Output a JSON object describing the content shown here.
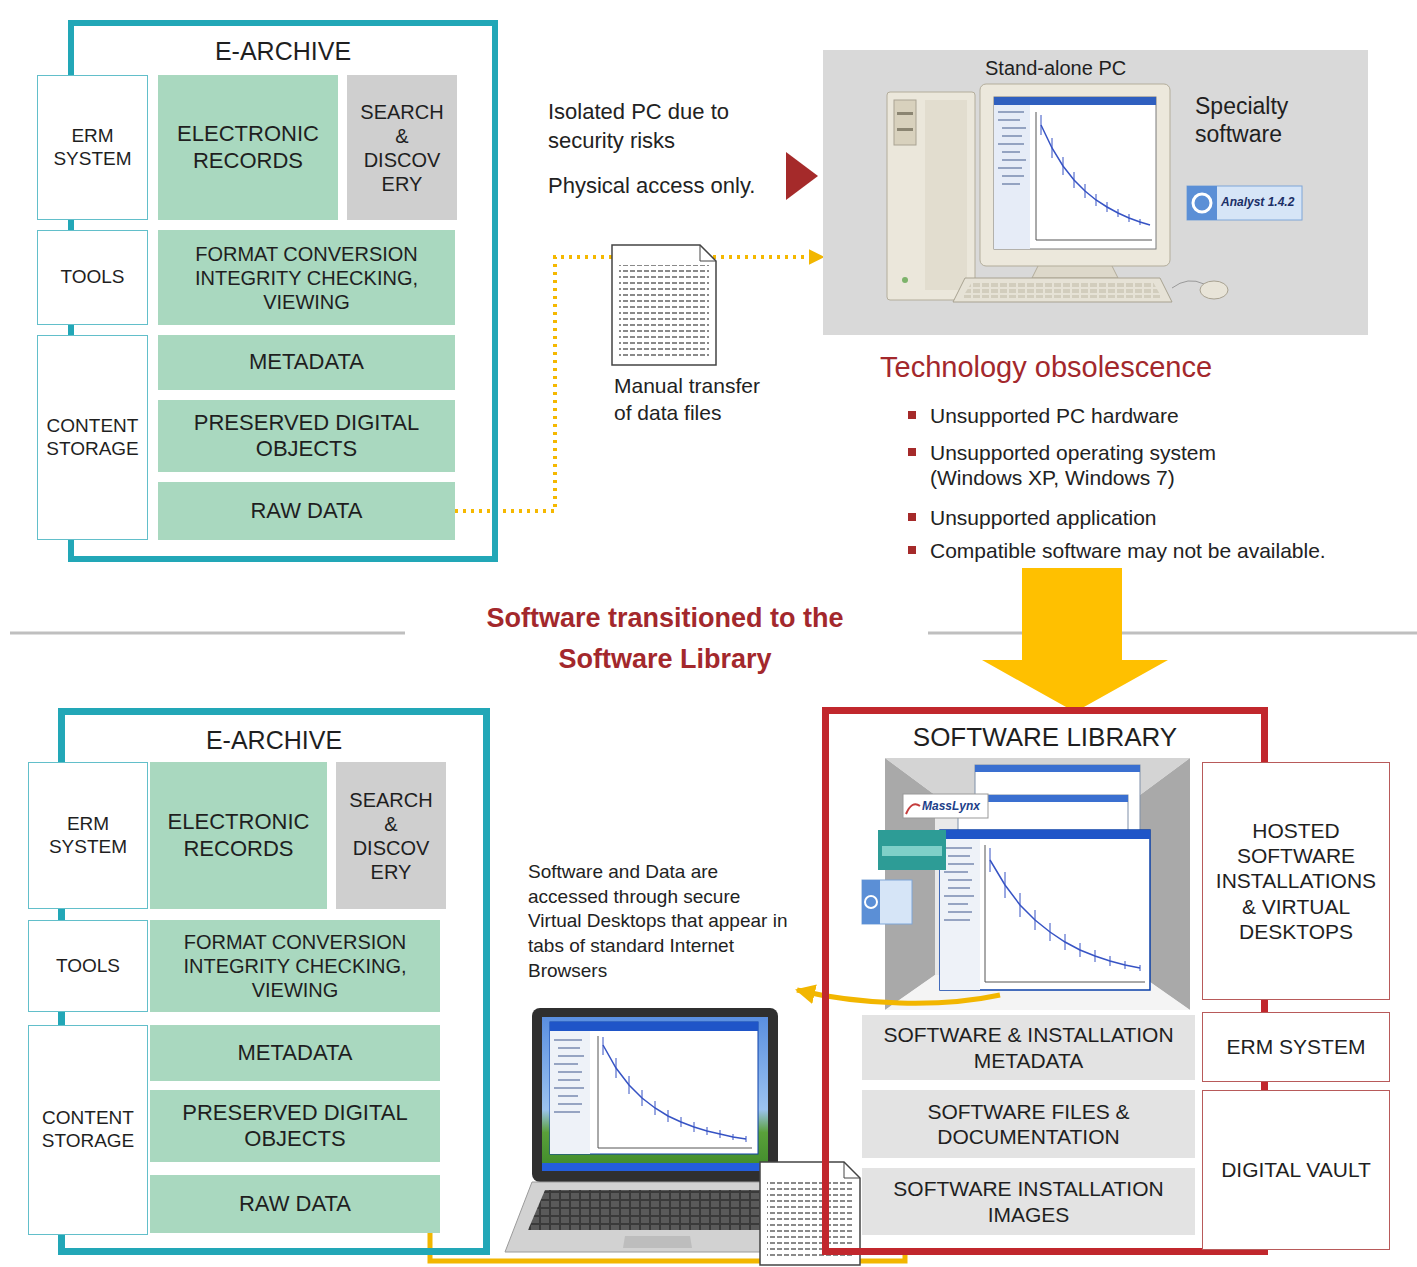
{
  "diagram": {
    "nodes": [
      {
        "text": [
          "E-ARCHIVE"
        ]
      },
      {
        "text": [
          "ERM SYSTEM"
        ],
        "in": 0
      },
      {
        "text": [
          "ELECTRONIC RECORDS"
        ],
        "in": 0
      },
      {
        "text": [
          "SEARCH & DISCOV ERY"
        ],
        "in": 0
      },
      {
        "text": [
          "TOOLS"
        ],
        "in": 0
      },
      {
        "text": [
          "FORMAT CONVERSION INTEGRITY CHECKING, VIEWING"
        ],
        "in": 0
      },
      {
        "text": [
          "CONTENT STORAGE"
        ],
        "in": 0
      },
      {
        "text": [
          "METADATA"
        ],
        "in": 0
      },
      {
        "text": [
          "PRESERVED DIGITAL OBJECTS"
        ],
        "in": 0
      },
      {
        "text": [
          "RAW DATA"
        ],
        "in": 0
      },
      {
        "text": [
          "Stand-alone PC",
          "Specialty software"
        ]
      },
      {
        "text": [
          "E-ARCHIVE"
        ]
      },
      {
        "text": [
          "ERM SYSTEM"
        ],
        "in": 11
      },
      {
        "text": [
          "ELECTRONIC RECORDS"
        ],
        "in": 11
      },
      {
        "text": [
          "SEARCH & DISCOV ERY"
        ],
        "in": 11
      },
      {
        "text": [
          "TOOLS"
        ],
        "in": 11
      },
      {
        "text": [
          "FORMAT CONVERSION INTEGRITY CHECKING, VIEWING"
        ],
        "in": 11
      },
      {
        "text": [
          "CONTENT STORAGE"
        ],
        "in": 11
      },
      {
        "text": [
          "METADATA"
        ],
        "in": 11
      },
      {
        "text": [
          "PRESERVED DIGITAL OBJECTS"
        ],
        "in": 11
      },
      {
        "text": [
          "RAW DATA"
        ],
        "in": 11
      },
      {
        "text": [
          "SOFTWARE LIBRARY"
        ]
      },
      {
        "text": [
          "SOFTWARE & INSTALLATION METADATA"
        ],
        "in": 21
      },
      {
        "text": [
          "SOFTWARE FILES & DOCUMENTATION"
        ],
        "in": 21
      },
      {
        "text": [
          "SOFTWARE INSTALLATION IMAGES"
        ],
        "in": 21
      },
      {
        "text": [
          "HOSTED SOFTWARE INSTALLATIONS & VIRTUAL DESKTOPS"
        ]
      },
      {
        "text": [
          "ERM SYSTEM"
        ]
      },
      {
        "text": [
          "DIGITAL VAULT"
        ]
      }
    ],
    "edges": [
      {
        "from": 9,
        "to": 10,
        "arrow": "to"
      },
      {
        "from": 20,
        "to": 21,
        "arrow": "none"
      }
    ],
    "labels": [
      "Isolated PC due to security risks",
      "Physical access only.",
      "Analyst 1.4.2",
      "Manual transfer of data files",
      "Technology obsolescence",
      "Unsupported PC hardware",
      "Unsupported operating system (Windows XP, Windows 7)",
      "Unsupported application",
      "Compatible software may not be available.",
      "Software transitioned to the Software Library",
      "MassLynx",
      "Software and Data are accessed through secure Virtual Desktops that appear in tabs of standard Internet Browsers"
    ]
  }
}
